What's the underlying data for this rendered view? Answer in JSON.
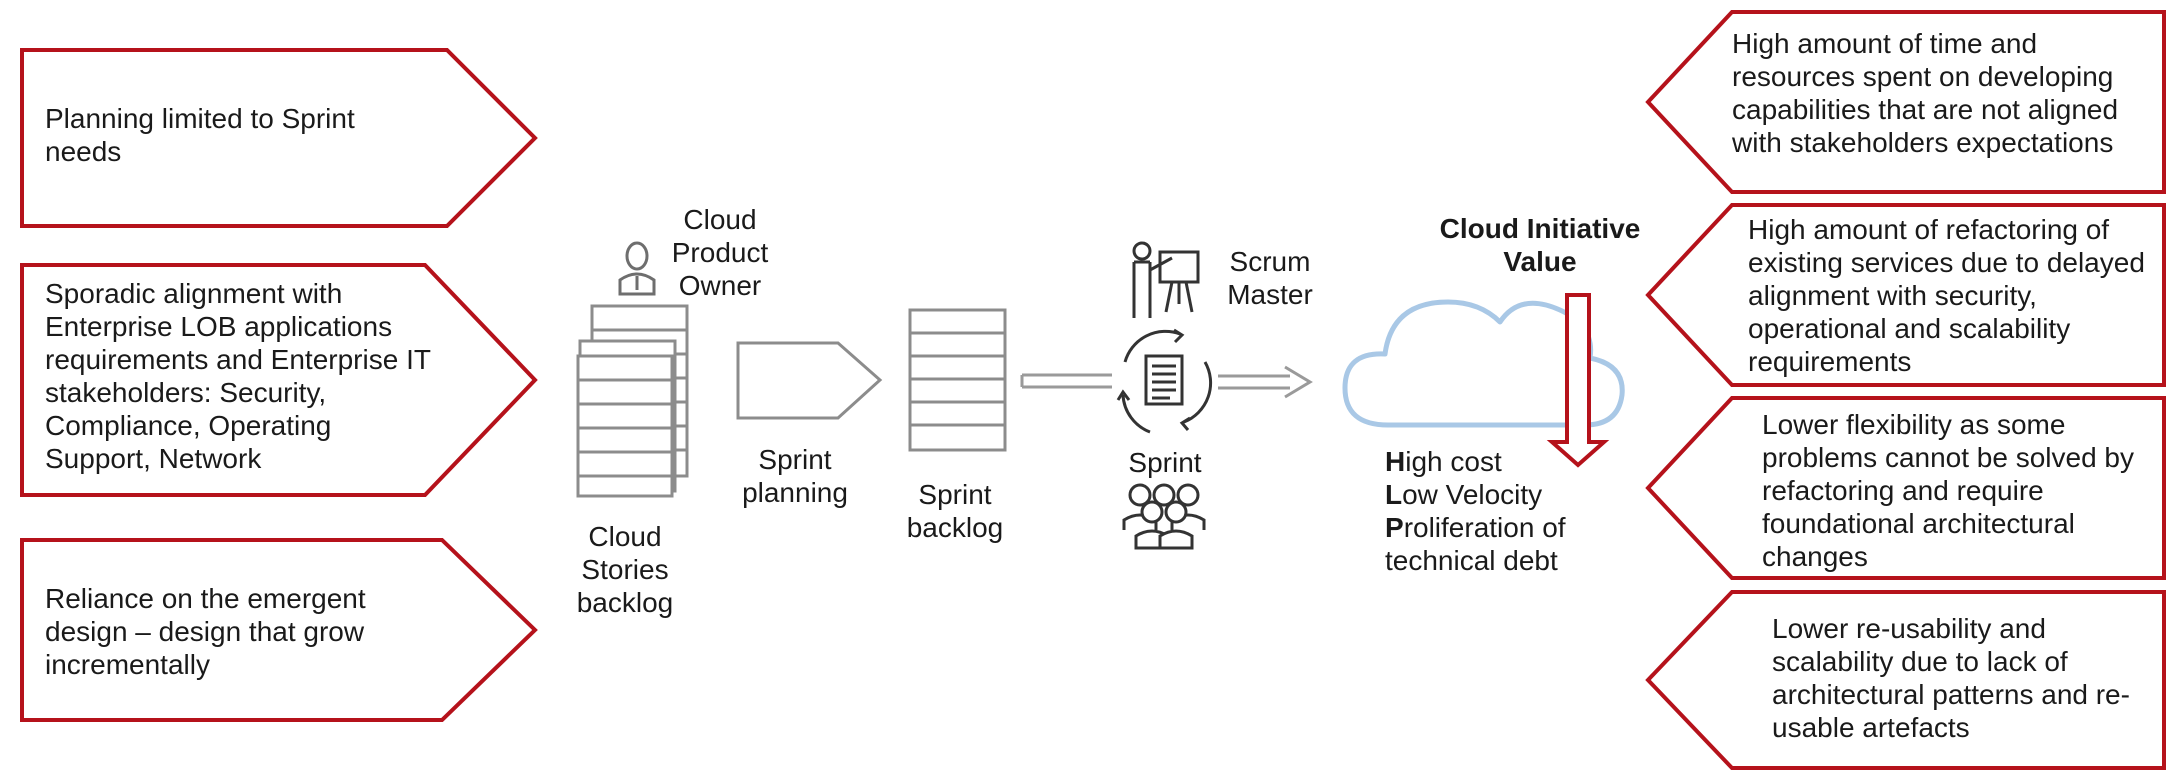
{
  "left_issues": [
    "Planning limited to Sprint needs",
    "Sporadic alignment with Enterprise LOB applications requirements and Enterprise IT stakeholders: Security, Compliance, Operating Support, Network",
    "Reliance on the emergent design – design that grow incrementally"
  ],
  "process": {
    "product_owner": "Cloud Product Owner",
    "stories_backlog": "Cloud Stories backlog",
    "sprint_planning": "Sprint planning",
    "sprint_backlog": "Sprint backlog",
    "scrum_master": "Scrum Master",
    "sprint": "Sprint"
  },
  "value": {
    "title": "Cloud Initiative Value",
    "outcomes": [
      {
        "initial": "H",
        "rest": "igh cost"
      },
      {
        "initial": "L",
        "rest": "ow Velocity"
      },
      {
        "initial": "P",
        "rest": "roliferation of technical debt"
      }
    ]
  },
  "right_issues": [
    "High amount of time and resources spent on developing capabilities that are not aligned with stakeholders expectations",
    "High amount of refactoring of existing services due to delayed alignment with security, operational and scalability requirements",
    "Lower flexibility as some problems cannot be solved by refactoring and require foundational architectural changes",
    "Lower re-usability and scalability due to lack of architectural patterns and re-usable artefacts"
  ],
  "icons": {
    "person": "person-icon",
    "presenter": "presenter-icon",
    "cycle": "sprint-cycle-icon",
    "team": "team-icon",
    "cloud": "cloud-icon"
  },
  "colors": {
    "frame_red": "#b5121b",
    "icon_gray": "#8c8c8c",
    "cloud_blue": "#a9c8e6",
    "text": "#1a1a1a"
  }
}
